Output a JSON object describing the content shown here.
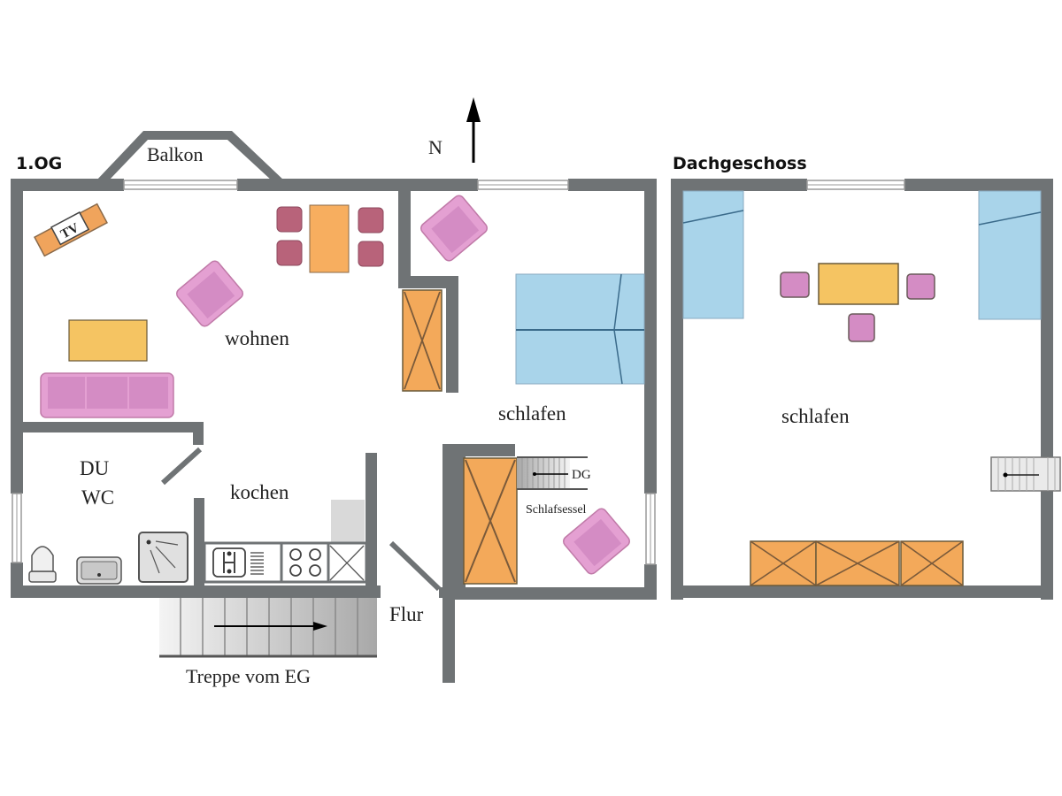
{
  "floors": {
    "first_floor": {
      "title": "1.OG",
      "balcony_label": "Balkon",
      "rooms": {
        "living": "wohnen",
        "bath_line1": "DU",
        "bath_line2": "WC",
        "kitchen": "kochen",
        "bedroom": "schlafen",
        "hallway": "Flur"
      },
      "tv_label": "TV",
      "stairs_to_attic_label": "DG",
      "sleeper_chair_label": "Schlafsessel",
      "stairs_from_ground_label": "Treppe vom EG"
    },
    "attic": {
      "title": "Dachgeschoss",
      "rooms": {
        "bedroom": "schlafen"
      }
    }
  },
  "compass": {
    "label": "N",
    "direction": "north-up"
  },
  "colors": {
    "wall": "#6f7375",
    "armchair": "#d48cc4",
    "dining_chair": "#b8637a",
    "table_orange": "#f7ae5f",
    "table_yellow": "#f5c462",
    "wardrobe": "#f3a95a",
    "bed": "#a9d4ea",
    "sofa": "#d48cc4"
  }
}
